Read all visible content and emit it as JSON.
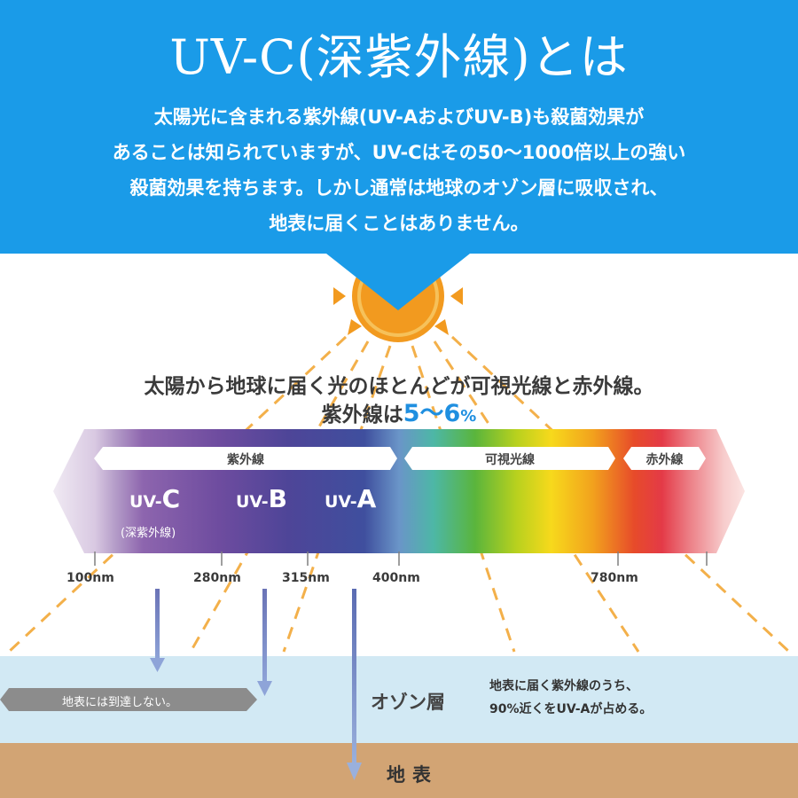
{
  "title": "UV-C(深紫外線)とは",
  "intro_lines": [
    "太陽光に含まれる紫外線(UV-AおよびUV-B)も殺菌効果が",
    "あることは知られていますが、UV-Cはその50～1000倍以上の強い",
    "殺菌効果を持ちます。しかし通常は地球のオゾン層に吸収され、",
    "地表に届くことはありません。"
  ],
  "headline": {
    "line1": "太陽から地球に届く光のほとんどが可視光線と赤外線。",
    "line2_prefix": "紫外線は",
    "line2_value": "5～6",
    "line2_unit": "%"
  },
  "bands": {
    "ultraviolet": "紫外線",
    "visible": "可視光線",
    "infrared": "赤外線"
  },
  "uv_types": {
    "uvc_prefix": "UV-",
    "uvc_letter": "C",
    "uvc_sub": "(深紫外線)",
    "uvb_prefix": "UV-",
    "uvb_letter": "B",
    "uva_prefix": "UV-",
    "uva_letter": "A"
  },
  "wavelengths": {
    "w100": "100nm",
    "w280": "280nm",
    "w315": "315nm",
    "w400": "400nm",
    "w780": "780nm"
  },
  "ozone_label": "オゾン層",
  "not_reach_label": "地表には到達しない。",
  "note_lines": [
    "地表に届く紫外線のうち、",
    "90%近くをUV-Aが占める。"
  ],
  "ground_label": "地表",
  "colors": {
    "header_blue": "#1a9be8",
    "ozone_band": "#d2e9f4",
    "ground": "#d2a474",
    "sun": "#f29a1f",
    "percent_accent": "#1f8fe0"
  }
}
